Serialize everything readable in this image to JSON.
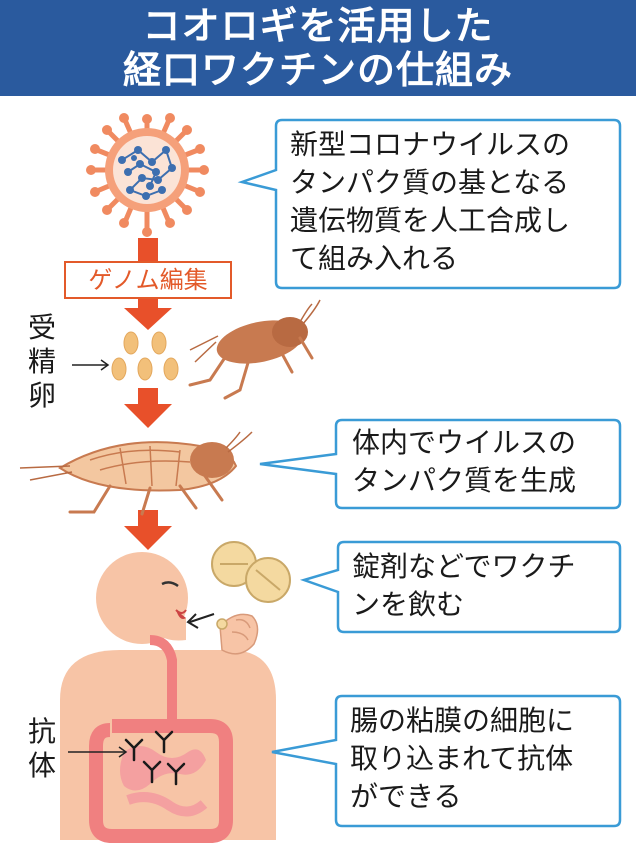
{
  "title": {
    "line1": "コオロギを活用した",
    "line2": "経口ワクチンの仕組み"
  },
  "callouts": {
    "c1": [
      "新型コロナウイルスの",
      "タンパク質の基となる",
      "遺伝物質を人工合成し",
      "て組み入れる"
    ],
    "c2": [
      "体内でウイルスの",
      "タンパク質を生成"
    ],
    "c3": [
      "錠剤などでワクチ",
      "ンを飲む"
    ],
    "c4": [
      "腸の粘膜の細胞に",
      "取り込まれて抗体",
      "ができる"
    ]
  },
  "labels": {
    "genome_editing": "ゲノム編集",
    "fertilized_egg": [
      "受",
      "精",
      "卵"
    ],
    "antibody": [
      "抗",
      "体"
    ]
  },
  "colors": {
    "title_band": "#2a5a9e",
    "arrow": "#e8502a",
    "callout_border": "#3a9bd6",
    "virus": "#f08a60",
    "virus_core": "#3d6fb0",
    "cricket": "#c87a50",
    "egg": "#f2c07a",
    "skin": "#f7c4a6",
    "intestine": "#f08080",
    "tablet": "#f4d9a0"
  }
}
